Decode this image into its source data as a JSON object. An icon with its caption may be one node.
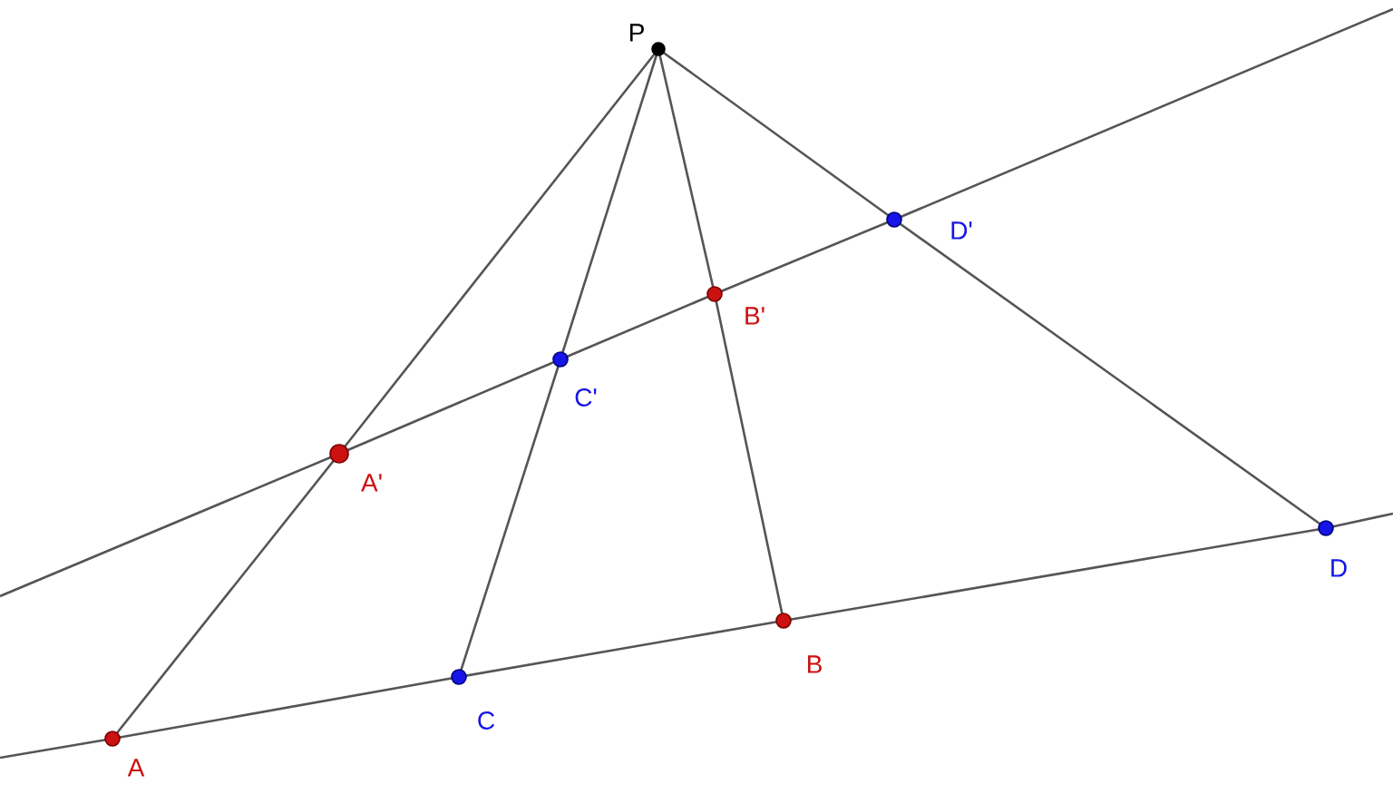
{
  "diagram": {
    "nodes": [
      {
        "text": [],
        "shape": "circle",
        "beside": [
          "P"
        ]
      },
      {
        "text": [],
        "shape": "circle",
        "beside": [
          "A'"
        ]
      },
      {
        "text": [],
        "shape": "circle",
        "beside": [
          "C'"
        ]
      },
      {
        "text": [],
        "shape": "circle",
        "beside": [
          "B'"
        ]
      },
      {
        "text": [],
        "shape": "circle",
        "beside": [
          "D'"
        ]
      },
      {
        "text": [],
        "shape": "circle",
        "beside": [
          "A"
        ]
      },
      {
        "text": [],
        "shape": "circle",
        "beside": [
          "C"
        ]
      },
      {
        "text": [],
        "shape": "circle",
        "beside": [
          "B"
        ]
      },
      {
        "text": [],
        "shape": "circle",
        "beside": [
          "D"
        ]
      }
    ],
    "edges": [
      {
        "from": 0,
        "to": 1,
        "arrow": "none"
      },
      {
        "from": 1,
        "to": 5,
        "arrow": "none"
      },
      {
        "from": 0,
        "to": 2,
        "arrow": "none"
      },
      {
        "from": 2,
        "to": 6,
        "arrow": "none"
      },
      {
        "from": 0,
        "to": 3,
        "arrow": "none"
      },
      {
        "from": 3,
        "to": 7,
        "arrow": "none"
      },
      {
        "from": 0,
        "to": 4,
        "arrow": "none"
      },
      {
        "from": 4,
        "to": 8,
        "arrow": "none"
      },
      {
        "from": null,
        "to": 5,
        "arrow": "none"
      },
      {
        "from": 5,
        "to": 6,
        "arrow": "none"
      },
      {
        "from": 6,
        "to": 7,
        "arrow": "none"
      },
      {
        "from": 7,
        "to": 8,
        "arrow": "none"
      },
      {
        "from": 8,
        "to": null,
        "arrow": "none"
      },
      {
        "from": null,
        "to": 1,
        "arrow": "none"
      },
      {
        "from": 1,
        "to": 2,
        "arrow": "none"
      },
      {
        "from": 2,
        "to": 3,
        "arrow": "none"
      },
      {
        "from": 3,
        "to": 4,
        "arrow": "none"
      },
      {
        "from": 4,
        "to": null,
        "arrow": "none"
      }
    ]
  }
}
